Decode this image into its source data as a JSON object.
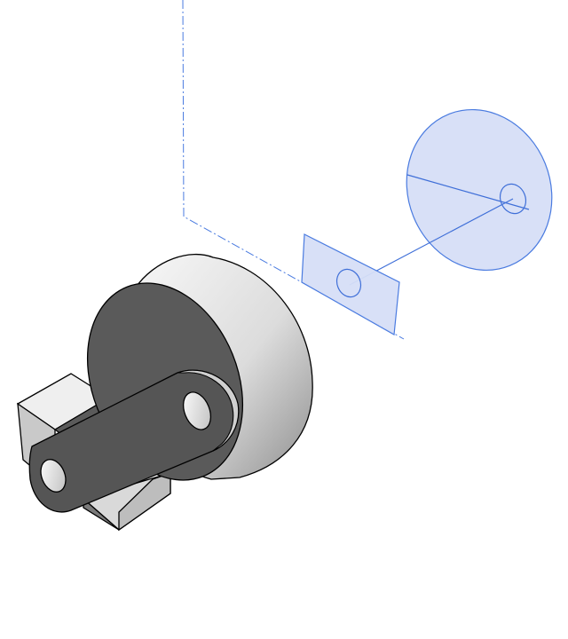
{
  "app": {
    "title": ""
  },
  "viewport": {
    "background": "#ffffff",
    "view": "isometric"
  },
  "colors": {
    "sketch_line": "#4a7be0",
    "sketch_fill": "#d6def7",
    "construction_line": "#4a7be0",
    "body_dark": "#555555",
    "body_edge": "#000000",
    "cylinder_light": "#f2f2f2",
    "cylinder_shadow": "#9a9a9a"
  },
  "entities": [
    {
      "name": "construction-axis",
      "kind": "centerline"
    },
    {
      "name": "sketch-plane-small",
      "kind": "plane"
    },
    {
      "name": "sketch-circle-large",
      "kind": "circle"
    },
    {
      "name": "path-line",
      "kind": "line"
    },
    {
      "name": "cylinder-body",
      "kind": "solid"
    },
    {
      "name": "block-body",
      "kind": "solid"
    },
    {
      "name": "crank-arm",
      "kind": "solid"
    }
  ]
}
